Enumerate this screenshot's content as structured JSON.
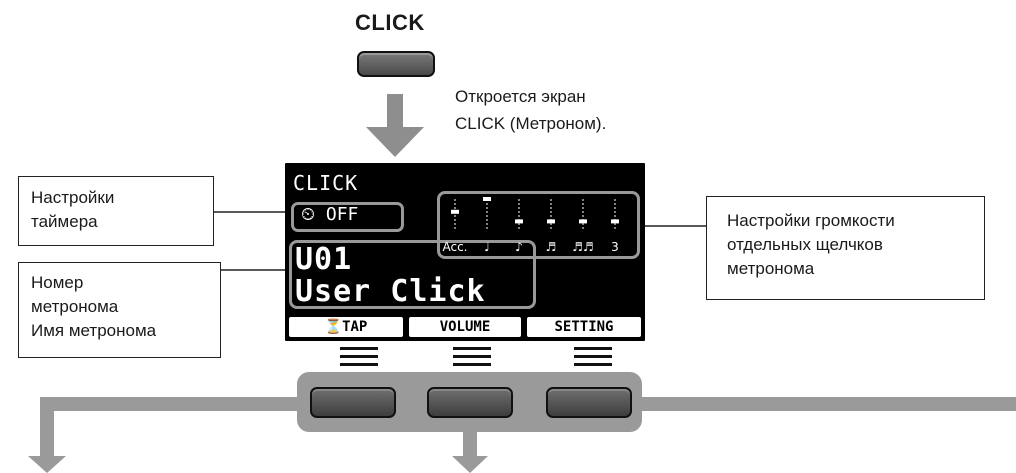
{
  "top": {
    "button_label": "CLICK",
    "note_line1": "Откроется экран",
    "note_line2": "CLICK (Метроном)."
  },
  "callouts": {
    "timer": [
      "Настройки",
      "таймера"
    ],
    "number": [
      "Номер",
      "метронома",
      "Имя метронома"
    ],
    "volume": [
      "Настройки громкости",
      "отдельных щелчков",
      "метронома"
    ]
  },
  "lcd": {
    "title": "CLICK",
    "timer": "⏲ OFF",
    "number": "U01",
    "name": "User Click",
    "volume_labels": [
      "Acc.",
      "♩",
      "♪",
      "♬",
      "♬♬",
      "3"
    ],
    "volume_levels": [
      0.6,
      1.0,
      0.3,
      0.3,
      0.3,
      0.3
    ],
    "softkeys": [
      "⏳TAP",
      "VOLUME",
      "SETTING"
    ]
  },
  "colors": {
    "arrow": "#8e8e8e",
    "highlight": "#9a9a9a",
    "screen": "#000000"
  }
}
